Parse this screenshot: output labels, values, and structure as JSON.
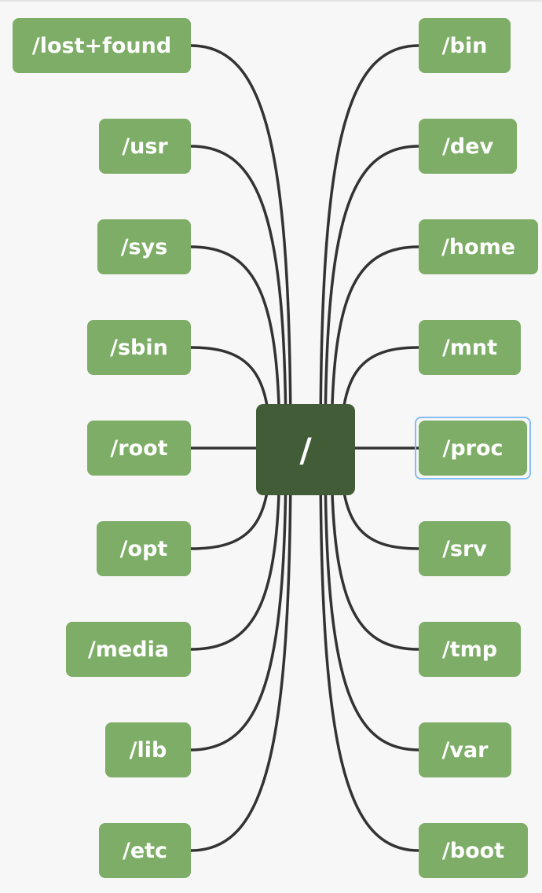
{
  "theme": {
    "node_color": "#7dad66",
    "root_color": "#415c36",
    "selection_color": "#86bdf0"
  },
  "root": {
    "label": "/"
  },
  "left_nodes": [
    {
      "label": "/lost+found"
    },
    {
      "label": "/usr"
    },
    {
      "label": "/sys"
    },
    {
      "label": "/sbin"
    },
    {
      "label": "/root"
    },
    {
      "label": "/opt"
    },
    {
      "label": "/media"
    },
    {
      "label": "/lib"
    },
    {
      "label": "/etc"
    }
  ],
  "right_nodes": [
    {
      "label": "/bin"
    },
    {
      "label": "/dev"
    },
    {
      "label": "/home"
    },
    {
      "label": "/mnt"
    },
    {
      "label": "/proc",
      "selected": true
    },
    {
      "label": "/srv"
    },
    {
      "label": "/tmp"
    },
    {
      "label": "/var"
    },
    {
      "label": "/boot"
    }
  ]
}
